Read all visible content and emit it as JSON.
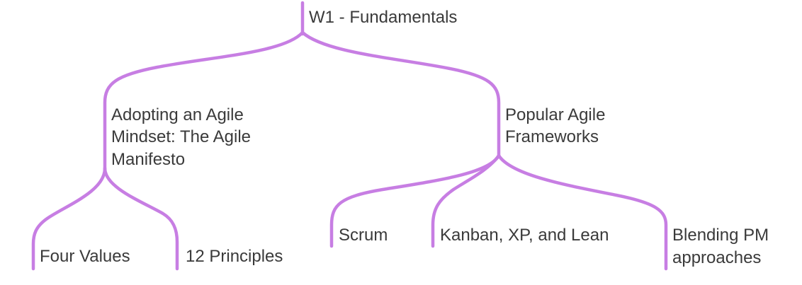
{
  "branch_color": "#c77ee3",
  "nodes": {
    "root": {
      "label": "W1 - Fundamentals"
    },
    "agile_mindset": {
      "lines": [
        "Adopting an Agile",
        "Mindset: The Agile",
        "Manifesto"
      ]
    },
    "frameworks": {
      "lines": [
        "Popular Agile",
        "Frameworks"
      ]
    },
    "four_values": {
      "label": "Four Values"
    },
    "principles": {
      "label": "12 Principles"
    },
    "scrum": {
      "label": "Scrum"
    },
    "kanban": {
      "label": "Kanban, XP, and Lean"
    },
    "blending": {
      "lines": [
        "Blending PM",
        "approaches"
      ]
    }
  }
}
